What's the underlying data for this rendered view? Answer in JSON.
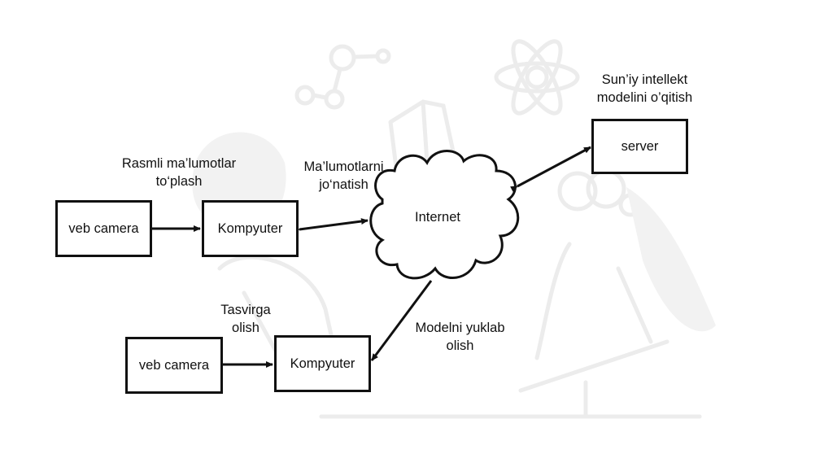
{
  "diagram": {
    "nodes": {
      "camera_top": "veb camera",
      "computer_top": "Kompyuter",
      "internet": "Internet",
      "server": "server",
      "camera_bottom": "veb camera",
      "computer_bottom": "Kompyuter"
    },
    "labels": {
      "collect_photos": [
        "Rasmli ma’lumotlar",
        "to‘plash"
      ],
      "send_data": [
        "Ma’lumotlarni",
        "jo‘natish"
      ],
      "train_model": [
        "Sun’iy intellekt",
        "modelini o’qitish"
      ],
      "capture": [
        "Tasvirga",
        "olish"
      ],
      "download_model": [
        "Modelni yuklab",
        "olish"
      ]
    },
    "edges": [
      {
        "from": "camera_top",
        "to": "computer_top",
        "direction": "forward"
      },
      {
        "from": "computer_top",
        "to": "internet",
        "direction": "both"
      },
      {
        "from": "internet",
        "to": "server",
        "direction": "both"
      },
      {
        "from": "camera_bottom",
        "to": "computer_bottom",
        "direction": "forward"
      },
      {
        "from": "internet",
        "to": "computer_bottom",
        "direction": "forward"
      }
    ]
  },
  "colors": {
    "stroke": "#111111",
    "background": "#ffffff",
    "watermark": "#ececec"
  }
}
